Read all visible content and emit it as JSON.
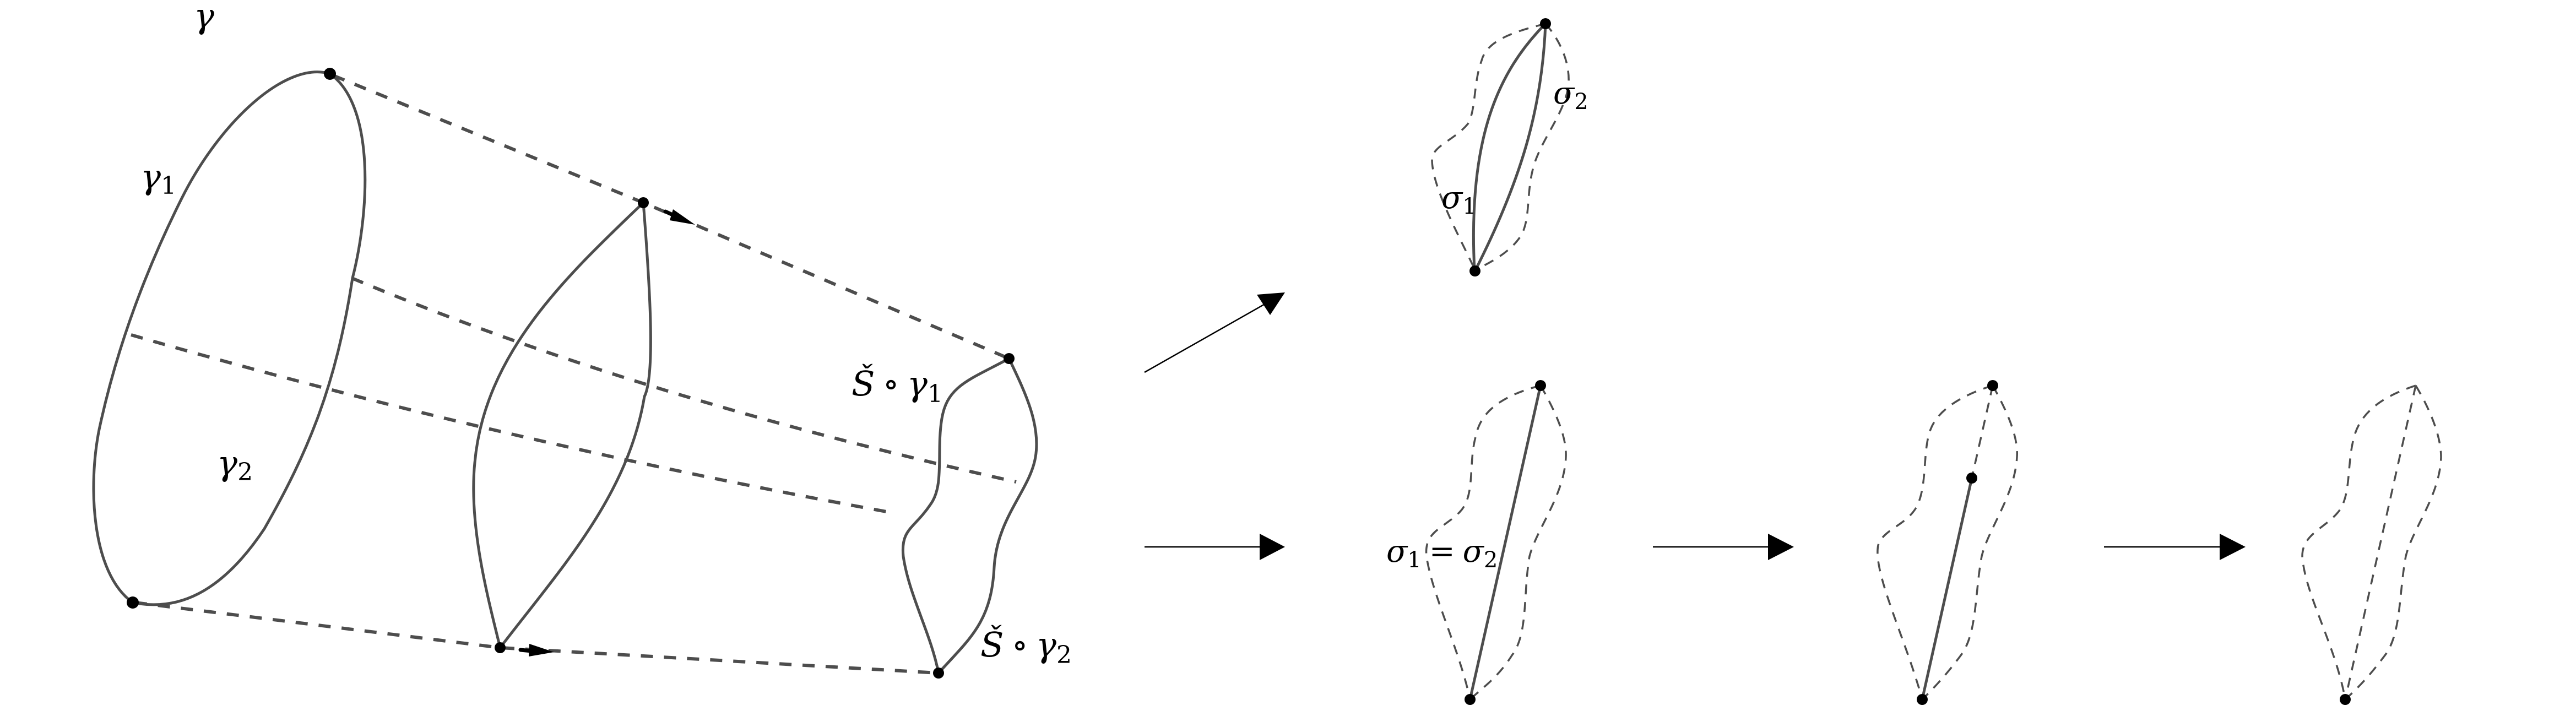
{
  "labels": {
    "gamma": "γ",
    "gamma1_base": "γ",
    "gamma1_sub": "1",
    "gamma2_base": "γ",
    "gamma2_sub": "2",
    "s_gamma1_s": "Š",
    "s_gamma1_op": "∘",
    "s_gamma1_base": "γ",
    "s_gamma1_sub": "1",
    "s_gamma2_s": "Š",
    "s_gamma2_op": "∘",
    "s_gamma2_base": "γ",
    "s_gamma2_sub": "2",
    "sigma1_base": "σ",
    "sigma1_sub": "1",
    "sigma2_base": "σ",
    "sigma2_sub": "2",
    "eq_sigma1_base": "σ",
    "eq_sigma1_sub": "1",
    "eq_op": "=",
    "eq_sigma2_base": "σ",
    "eq_sigma2_sub": "2"
  },
  "colors": {
    "stroke": "#4d4d4d",
    "dot": "#000000",
    "background": "#ffffff"
  },
  "figure": {
    "left_panel": "Deformation of loop γ = γ1 ∪ γ2 through intermediate loop to Š∘γ1 ∪ Š∘γ2",
    "right_panel_top": "Loop split into paths σ1 and σ2 between two marked points",
    "right_panel_bottom": "Sequence: σ1 = σ2 → shrinking path → degenerate loop with single marked point"
  }
}
